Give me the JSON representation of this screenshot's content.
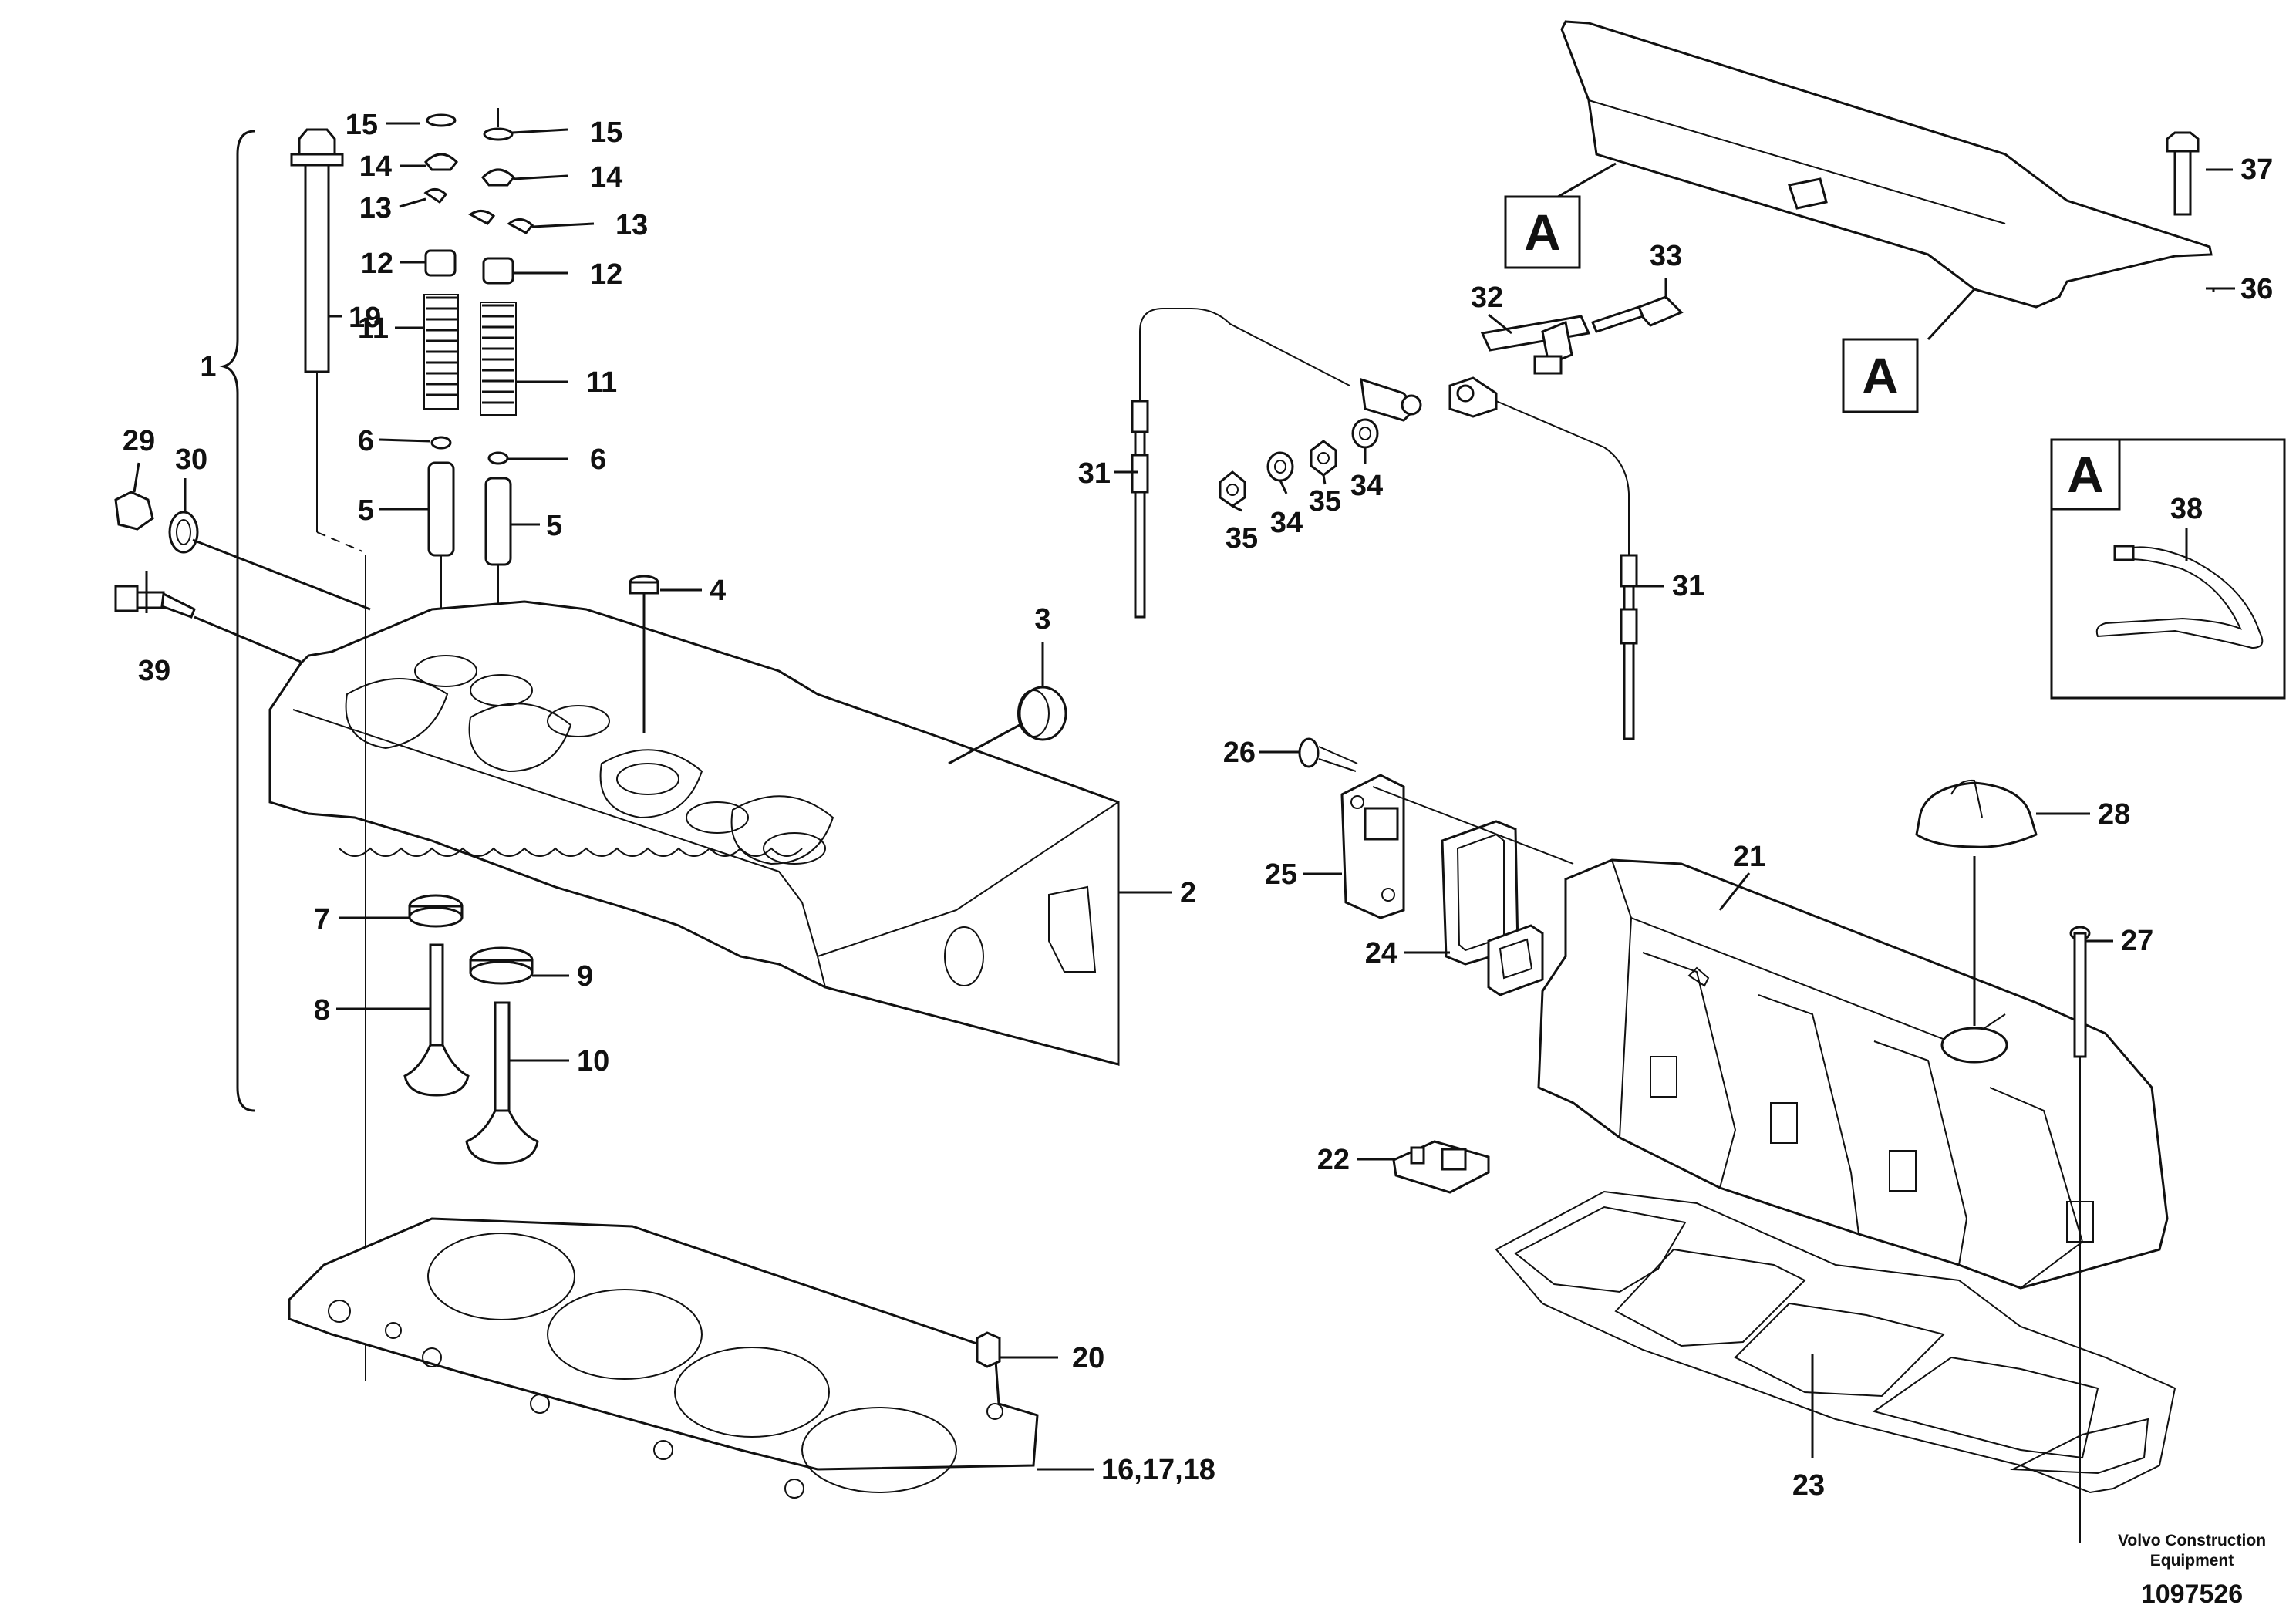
{
  "labels": {
    "l1": "1",
    "l2": "2",
    "l3": "3",
    "l4": "4",
    "l5": "5",
    "l6": "6",
    "l7": "7",
    "l8": "8",
    "l9": "9",
    "l10": "10",
    "l11": "11",
    "l12": "12",
    "l13": "13",
    "l14": "14",
    "l15": "15",
    "l16_18": "16,17,18",
    "l19": "19",
    "l20": "20",
    "l21": "21",
    "l22": "22",
    "l23": "23",
    "l24": "24",
    "l25": "25",
    "l26": "26",
    "l27": "27",
    "l28": "28",
    "l29": "29",
    "l30": "30",
    "l31": "31",
    "l32": "32",
    "l33": "33",
    "l34": "34",
    "l35": "35",
    "l36": "36",
    "l37": "37",
    "l38": "38",
    "l39": "39"
  },
  "view_marker": "A",
  "footer": {
    "brand_line1": "Volvo Construction",
    "brand_line2": "Equipment",
    "document_number": "1097526"
  }
}
